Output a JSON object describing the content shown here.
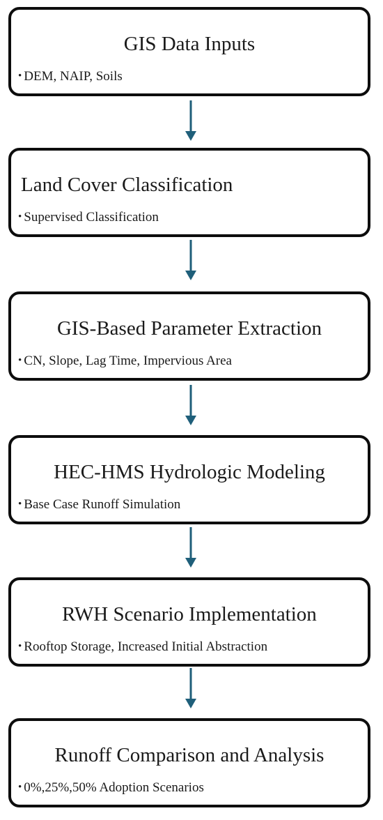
{
  "steps": [
    {
      "title": "GIS Data Inputs",
      "detail": "DEM, NAIP, Soils",
      "align": "center"
    },
    {
      "title": "Land Cover Classification",
      "detail": "Supervised Classification",
      "align": "left"
    },
    {
      "title": "GIS-Based Parameter Extraction",
      "detail": "CN, Slope, Lag Time, Impervious Area",
      "align": "center"
    },
    {
      "title": "HEC-HMS Hydrologic Modeling",
      "detail": "Base Case Runoff Simulation",
      "align": "center"
    },
    {
      "title": "RWH Scenario Implementation",
      "detail": "Rooftop Storage, Increased Initial Abstraction",
      "align": "center"
    },
    {
      "title": "Runoff Comparison and Analysis",
      "detail": "0%,25%,50% Adoption Scenarios",
      "align": "center"
    }
  ],
  "bullet_char": "•",
  "colors": {
    "box_border": "#0d0d0d",
    "arrow": "#1f5f7a",
    "text": "#1a1a1a"
  }
}
